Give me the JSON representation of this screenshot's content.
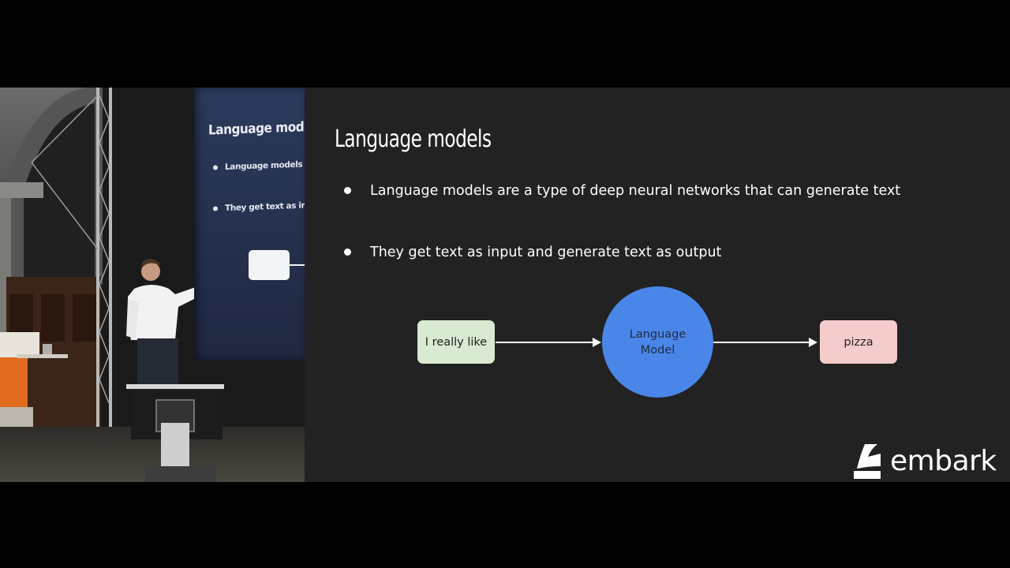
{
  "slide": {
    "title": "Language models",
    "bullets": [
      "Language models are a type of deep neural networks that can generate text",
      "They get text as input and generate text as output"
    ],
    "diagram": {
      "input_label": "I really like",
      "model_label_line1": "Language",
      "model_label_line2": "Model",
      "output_label": "pizza"
    },
    "logo_text": "embark"
  },
  "camera_view": {
    "projected_title": "Language models",
    "projected_bullets": [
      "Language models are a",
      "They get text as input a"
    ]
  },
  "colors": {
    "slide_background": "#222222",
    "input_box": "#d9ead3",
    "model_circle": "#4a86e8",
    "output_box": "#f4cccc"
  }
}
